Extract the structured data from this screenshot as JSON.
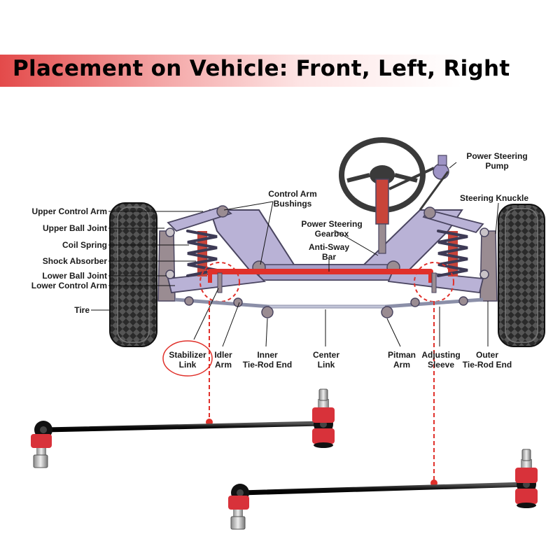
{
  "title": "Placement on Vehicle: Front, Left, Right",
  "labels": {
    "upper_control_arm": "Upper Control Arm",
    "upper_ball_joint": "Upper Ball Joint",
    "coil_spring": "Coil Spring",
    "shock_absorber": "Shock Absorber",
    "lower_ball_joint": "Lower Ball Joint",
    "lower_control_arm": "Lower Control Arm",
    "tire": "Tire",
    "control_arm_bushings": [
      "Control Arm",
      "Bushings"
    ],
    "power_steering_gearbox": [
      "Power Steering",
      "Gearbox"
    ],
    "anti_sway_bar": [
      "Anti-Sway",
      "Bar"
    ],
    "power_steering_pump": [
      "Power Steering",
      "Pump"
    ],
    "steering_knuckle": "Steering Knuckle",
    "stabilizer_link": [
      "Stabilizer",
      "Link"
    ],
    "idler_arm": [
      "Idler",
      "Arm"
    ],
    "inner_tie_rod_end": [
      "Inner",
      "Tie-Rod End"
    ],
    "center_link": [
      "Center",
      "Link"
    ],
    "pitman_arm": [
      "Pitman",
      "Arm"
    ],
    "adjusting_sleeve": [
      "Adjusting",
      "Sleeve"
    ],
    "outer_tie_rod_end": [
      "Outer",
      "Tie-Rod End"
    ]
  },
  "colors": {
    "frame": "#b9b2d6",
    "frame_dark": "#4a4560",
    "highlight_red": "#e0302a",
    "tire": "#2a2a2a",
    "link_rod": "#111111",
    "link_bushing": "#d8323a"
  }
}
